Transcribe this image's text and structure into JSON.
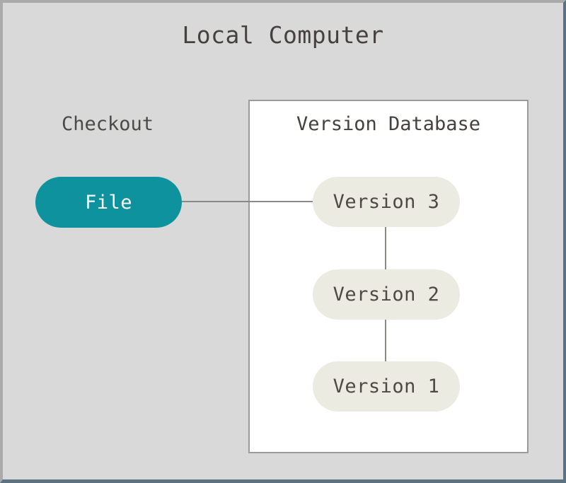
{
  "diagram": {
    "title": "Local Computer",
    "background_color": "#d9d9d9",
    "frame_border_light": "#aaaaaa",
    "frame_border_dark": "#5d7280",
    "sections": {
      "checkout": {
        "label": "Checkout",
        "node": {
          "label": "File",
          "fill": "#0e939e",
          "text_color": "#ffffff",
          "shape": "rounded-pill"
        }
      },
      "version_database": {
        "label": "Version Database",
        "box_fill": "#ffffff",
        "box_border": "#9b9b9b",
        "nodes": [
          {
            "label": "Version 3",
            "fill": "#ecebe1",
            "text_color": "#4d4943",
            "shape": "rounded-pill"
          },
          {
            "label": "Version 2",
            "fill": "#ecebe1",
            "text_color": "#4d4943",
            "shape": "rounded-pill"
          },
          {
            "label": "Version 1",
            "fill": "#ecebe1",
            "text_color": "#4d4943",
            "shape": "rounded-pill"
          }
        ]
      }
    },
    "connectors": [
      {
        "from": "File",
        "to": "Version 3",
        "orientation": "horizontal",
        "color": "#8a8a85"
      },
      {
        "from": "Version 3",
        "to": "Version 2",
        "orientation": "vertical",
        "color": "#8a8a85"
      },
      {
        "from": "Version 2",
        "to": "Version 1",
        "orientation": "vertical",
        "color": "#8a8a85"
      }
    ]
  }
}
